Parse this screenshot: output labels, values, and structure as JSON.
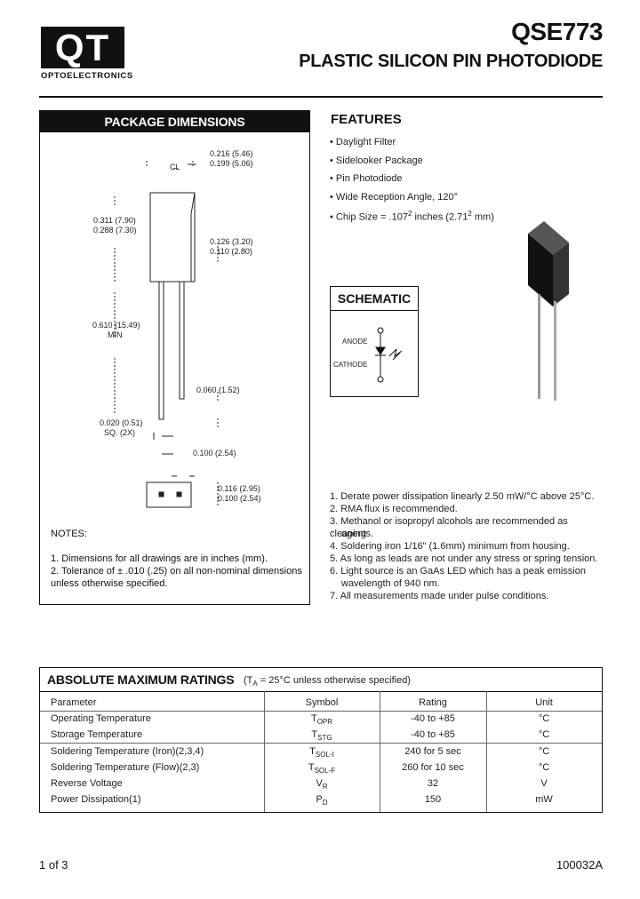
{
  "header": {
    "logo_letters": "QT",
    "logo_sub": "OPTOELECTRONICS",
    "part_number": "QSE773",
    "part_title": "PLASTIC SILICON PIN PHOTODIODE"
  },
  "package": {
    "title": "PACKAGE DIMENSIONS",
    "dims": {
      "d1a": "0.216 (5.46)",
      "d1b": "0.199 (5.06)",
      "cl": "C̶L",
      "d2a": "0.311 (7.90)",
      "d2b": "0.288 (7.30)",
      "d3a": "0.126 (3.20)",
      "d3b": "0.110 (2.80)",
      "d4a": "0.610 (15.49)",
      "d4b": "MIN",
      "d5": "0.060 (1.52)",
      "d6a": "0.020 (0.51)",
      "d6b": "SQ. (2X)",
      "d7": "0.100 (2.54)",
      "d8a": "0.116 (2.95)",
      "d8b": "0.100 (2.54)"
    },
    "notes_title": "NOTES:",
    "notes": [
      "1. Dimensions for all drawings are in inches (mm).",
      "2. Tolerance of ± .010 (.25) on all non-nominal dimensions",
      "unless otherwise specified."
    ]
  },
  "features": {
    "title": "FEATURES",
    "items": [
      "• Daylight Filter",
      "• Sidelooker Package",
      "• Pin Photodiode",
      "• Wide Reception Angle, 120°"
    ],
    "chip_prefix": "• Chip Size = .107",
    "chip_sup1": "2",
    "chip_mid": " inches (2.71",
    "chip_sup2": "2",
    "chip_suffix": " mm)"
  },
  "schematic": {
    "title": "SCHEMATIC",
    "anode": "ANODE",
    "cathode": "CATHODE"
  },
  "right_notes": [
    "1. Derate power dissipation linearly 2.50 mW/°C above 25°C.",
    "2. RMA flux is recommended.",
    "3. Methanol or isopropyl alcohols are recommended as cleaning",
    "agents.",
    "4. Soldering iron 1/16\" (1.6mm) minimum from housing.",
    "5. As long as leads are not under any stress or spring tension.",
    "6. Light source is an GaAs LED which has a peak emission",
    "wavelength of 940 nm.",
    "7. All measurements made under pulse conditions."
  ],
  "ratings": {
    "title": "ABSOLUTE MAXIMUM RATINGS",
    "cond_open": "(T",
    "cond_sub": "A",
    "cond_rest": " = 25°C unless otherwise specified)",
    "columns": [
      "Parameter",
      "Symbol",
      "Rating",
      "Unit"
    ],
    "rows": [
      {
        "param": "Operating Temperature",
        "sym": "T",
        "sym_sub": "OPR",
        "rating": "-40 to +85",
        "unit": "°C"
      },
      {
        "param": "Storage Temperature",
        "sym": "T",
        "sym_sub": "STG",
        "rating": "-40 to +85",
        "unit": "°C"
      },
      {
        "param": "Soldering Temperature (Iron)(2,3,4)",
        "sym": "T",
        "sym_sub": "SOL-I",
        "rating": "240 for 5 sec",
        "unit": "°C"
      },
      {
        "param": "Soldering Temperature (Flow)(2,3)",
        "sym": "T",
        "sym_sub": "SOL-F",
        "rating": "260 for 10 sec",
        "unit": "°C"
      },
      {
        "param": "Reverse Voltage",
        "sym": "V",
        "sym_sub": "R",
        "rating": "32",
        "unit": "V"
      },
      {
        "param": "Power Dissipation(1)",
        "sym": "P",
        "sym_sub": "D",
        "rating": "150",
        "unit": "mW"
      }
    ]
  },
  "footer": {
    "page": "1 of 3",
    "doc_no": "100032A"
  }
}
